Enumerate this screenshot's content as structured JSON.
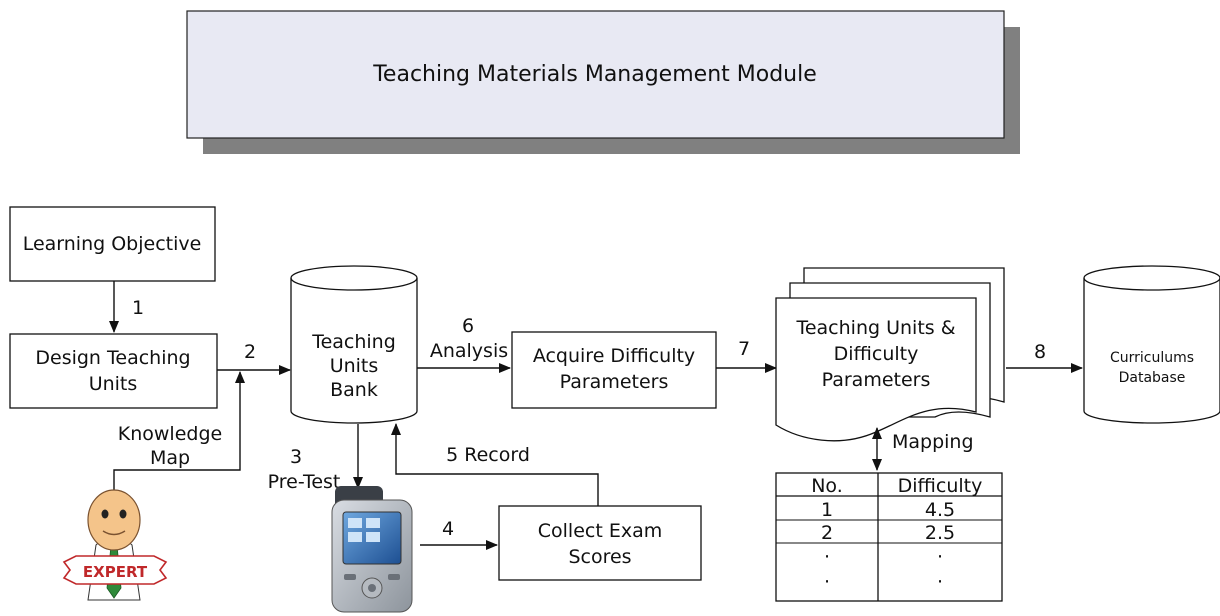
{
  "module_title": "Teaching Materials Management Module",
  "boxes": {
    "learning_objective": "Learning Objective",
    "design_units": [
      "Design Teaching",
      "Units"
    ],
    "bank": [
      "Teaching",
      "Units",
      "Bank"
    ],
    "acquire": [
      "Acquire Difficulty",
      "Parameters"
    ],
    "units_params": [
      "Teaching Units &",
      "Difficulty",
      "Parameters"
    ],
    "curriculums_db": [
      "Curriculums",
      "Database"
    ],
    "collect": [
      "Collect  Exam",
      "Scores"
    ]
  },
  "labels": {
    "step1": "1",
    "step2": "2",
    "step3": "3",
    "pretest": "Pre-Test",
    "step4": "4",
    "record": "5 Record",
    "step6": "6",
    "analysis": "Analysis",
    "step7": "7",
    "step8": "8",
    "knowledge": "Knowledge",
    "map": "Map",
    "mapping": "Mapping",
    "expert": "EXPERT"
  },
  "table": {
    "headers": [
      "No.",
      "Difficulty"
    ],
    "rows": [
      [
        "1",
        "4.5"
      ],
      [
        "2",
        "2.5"
      ],
      [
        "·",
        "·"
      ],
      [
        "·",
        "·"
      ]
    ]
  }
}
